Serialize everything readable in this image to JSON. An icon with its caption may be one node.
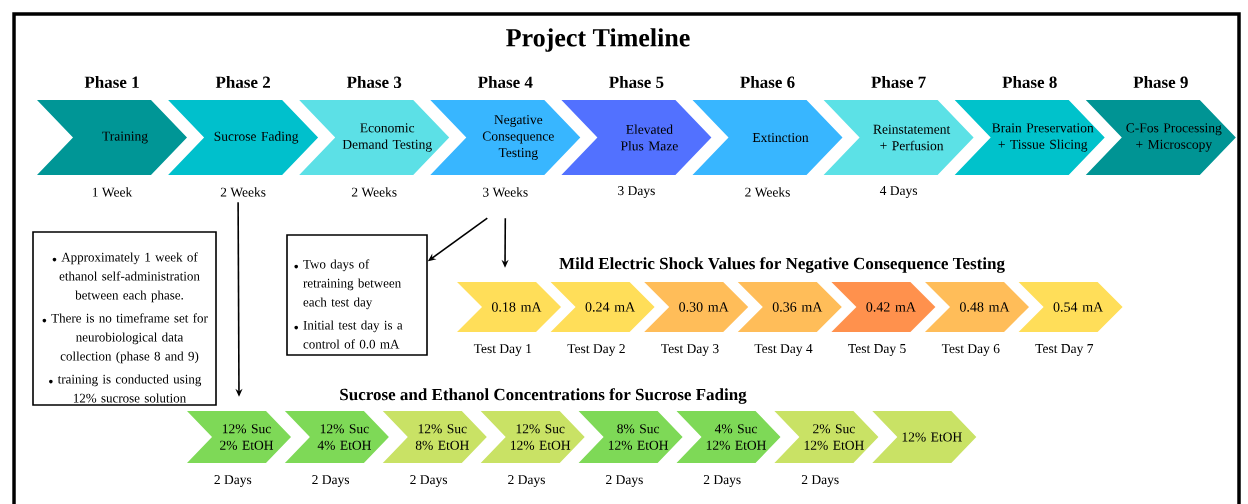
{
  "diagram": {
    "title": "Project Timeline",
    "nodes": [
      {
        "text": [
          "Phase 1",
          "Training"
        ],
        "beside": [
          "1 Week"
        ]
      },
      {
        "text": [
          "Phase 2",
          "Sucrose Fading"
        ],
        "beside": [
          "2 Weeks"
        ]
      },
      {
        "text": [
          "Phase 3",
          "Economic Demand Testing"
        ],
        "beside": [
          "2 Weeks"
        ]
      },
      {
        "text": [
          "Phase 4",
          "Negative Consequence Testing"
        ],
        "beside": [
          "3 Weeks"
        ]
      },
      {
        "text": [
          "Phase 5",
          "Elevated Plus Maze"
        ],
        "beside": [
          "3 Days"
        ]
      },
      {
        "text": [
          "Phase 6",
          "Extinction"
        ],
        "beside": [
          "2 Weeks"
        ]
      },
      {
        "text": [
          "Phase 7",
          "Reinstatement + Perfusion"
        ],
        "beside": [
          "4 Days"
        ]
      },
      {
        "text": [
          "Phase 8",
          "Brain Preservation + Tissue Slicing"
        ]
      },
      {
        "text": [
          "Phase 9",
          "C-Fos Processing + Microscopy"
        ]
      },
      {
        "text": [
          "Approximately 1 week of ethanol self-administration between each phase.",
          "There is no timeframe set for neurobiological data collection (phase 8 and 9)",
          "training is conducted using 12% sucrose solution"
        ]
      },
      {
        "text": [
          "Two days of retraining between each test day",
          "Initial test day is a control of 0.0 mA"
        ]
      },
      {
        "text": [
          "0.18 mA"
        ],
        "beside": [
          "Test Day 1"
        ]
      },
      {
        "text": [
          "0.24 mA"
        ],
        "beside": [
          "Test Day 2"
        ]
      },
      {
        "text": [
          "0.30 mA"
        ],
        "beside": [
          "Test Day 3"
        ]
      },
      {
        "text": [
          "0.36 mA"
        ],
        "beside": [
          "Test Day 4"
        ]
      },
      {
        "text": [
          "0.42 mA"
        ],
        "beside": [
          "Test Day 5"
        ]
      },
      {
        "text": [
          "0.48 mA"
        ],
        "beside": [
          "Test Day 6"
        ]
      },
      {
        "text": [
          "0.54 mA"
        ],
        "beside": [
          "Test Day 7"
        ]
      },
      {
        "text": [
          "12% Suc 2% EtOH"
        ],
        "beside": [
          "2 Days"
        ]
      },
      {
        "text": [
          "12% Suc 4% EtOH"
        ],
        "beside": [
          "2 Days"
        ]
      },
      {
        "text": [
          "12% Suc 8% EtOH"
        ],
        "beside": [
          "2 Days"
        ]
      },
      {
        "text": [
          "12% Suc 12% EtOH"
        ],
        "beside": [
          "2 Days"
        ]
      },
      {
        "text": [
          "8% Suc 12% EtOH"
        ],
        "beside": [
          "2 Days"
        ]
      },
      {
        "text": [
          "4% Suc 12% EtOH"
        ],
        "beside": [
          "2 Days"
        ]
      },
      {
        "text": [
          "2% Suc 12% EtOH"
        ],
        "beside": [
          "2 Days"
        ]
      },
      {
        "text": [
          "12% EtOH"
        ]
      }
    ],
    "edges": [
      {
        "from": 1,
        "to": 18,
        "arrow": "to"
      },
      {
        "from": 3,
        "to": 10,
        "arrow": "to"
      },
      {
        "from": 3,
        "to": 11,
        "arrow": "to"
      }
    ],
    "labels": [
      "Mild Electric Shock Values for Negative Consequence Testing",
      "Sucrose and Ethanol Concentrations for Sucrose Fading"
    ]
  }
}
